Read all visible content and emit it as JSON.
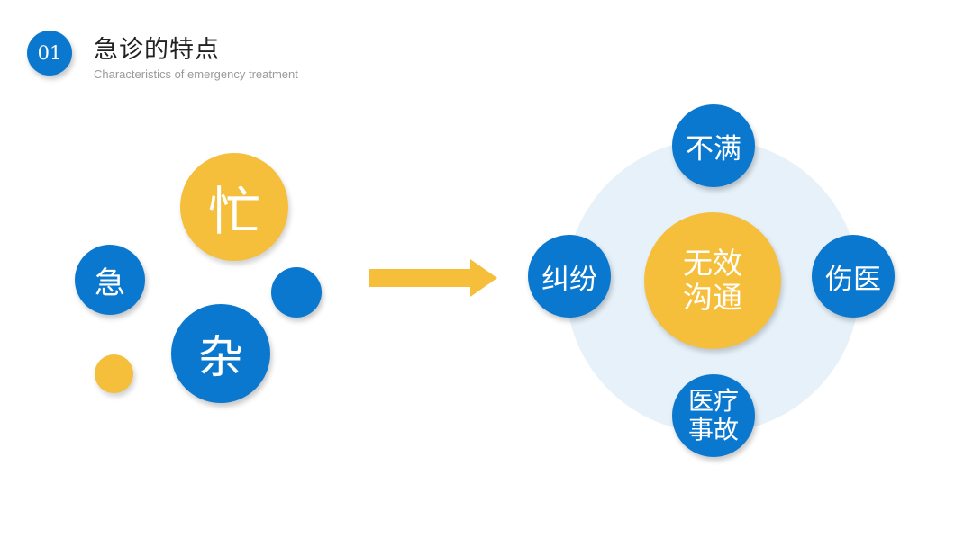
{
  "header": {
    "number": "01",
    "title": "急诊的特点",
    "subtitle": "Characteristics of emergency treatment"
  },
  "left": {
    "busy": "忙",
    "urgent": "急",
    "mixed": "杂"
  },
  "right": {
    "center_line1": "无效",
    "center_line2": "沟通",
    "top": "不满",
    "left": "纠纷",
    "right": "伤医",
    "bottom_line1": "医疗",
    "bottom_line2": "事故"
  },
  "colors": {
    "blue": "#0b78d0",
    "yellow": "#f5bf3c",
    "light_blue": "#e6f1f9"
  }
}
